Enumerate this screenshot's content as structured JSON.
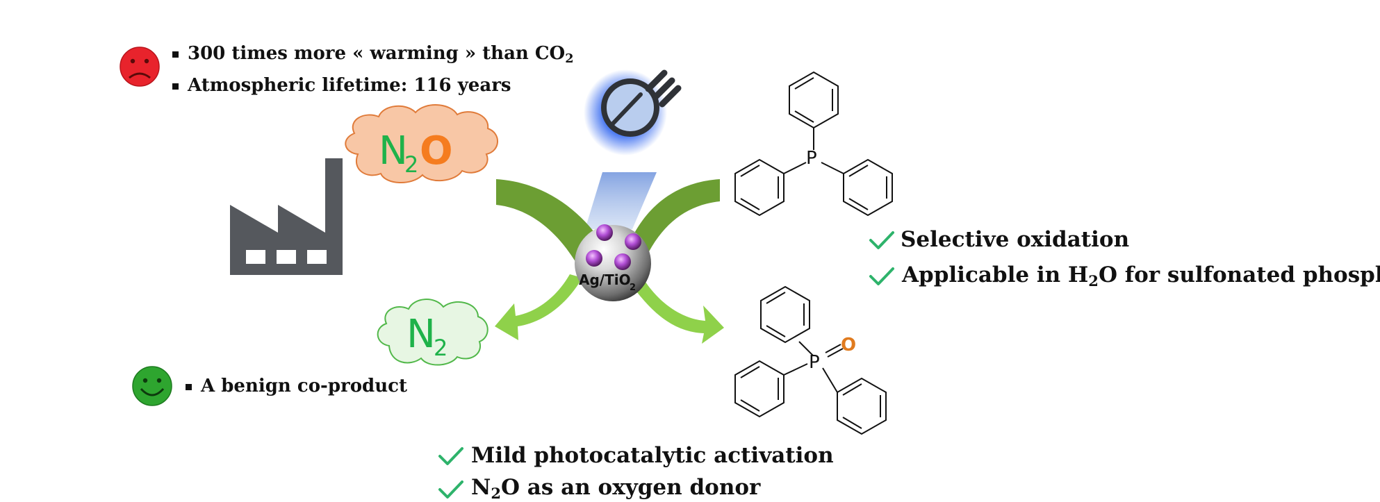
{
  "title": "",
  "molecules": {
    "n2o": {
      "main": "N",
      "sub": "2",
      "o": "O"
    },
    "n2": {
      "main": "N",
      "sub": "2"
    },
    "phosphine_p": "P",
    "oxide_p": "P",
    "oxide_o": "O"
  },
  "catalyst": {
    "main": "Ag/TiO",
    "sub": "2"
  },
  "bad_points": [
    {
      "pre": "300 times more « warming » than CO",
      "sub": "2",
      "post": ""
    },
    {
      "pre": "Atmospheric lifetime: 116 years",
      "sub": "",
      "post": ""
    }
  ],
  "good_point": "A benign co-product",
  "right_checks": [
    {
      "pre": "Selective oxidation",
      "sub": "",
      "post": ""
    },
    {
      "pre": "Applicable in H",
      "sub": "2",
      "post": "O for sulfonated phosphines"
    }
  ],
  "bottom_checks": [
    {
      "pre": "Mild photocatalytic activation",
      "sub": "",
      "post": ""
    },
    {
      "pre": "N",
      "sub": "2",
      "post": "O as an oxygen donor"
    }
  ],
  "icons": {
    "sad_face": "sad-face-icon",
    "happy_face": "happy-face-icon",
    "factory": "factory-icon",
    "lamp": "light-bulb-icon",
    "check": "check-icon"
  },
  "colors": {
    "green_text": "#1fb24a",
    "orange_text": "#f57c1f",
    "cloud_orange_fill": "#f8c7a6",
    "cloud_orange_stroke": "#e07b3a",
    "cloud_green_fill": "#e7f6e3",
    "cloud_green_stroke": "#52b84a",
    "arrow_dark": "#6c9e33",
    "arrow_light": "#8fd14a",
    "check": "#2eb36b",
    "sad": "#e8232c",
    "happy": "#2ea52f",
    "factory": "#55585d",
    "light_beam": "#9cb7e4"
  }
}
